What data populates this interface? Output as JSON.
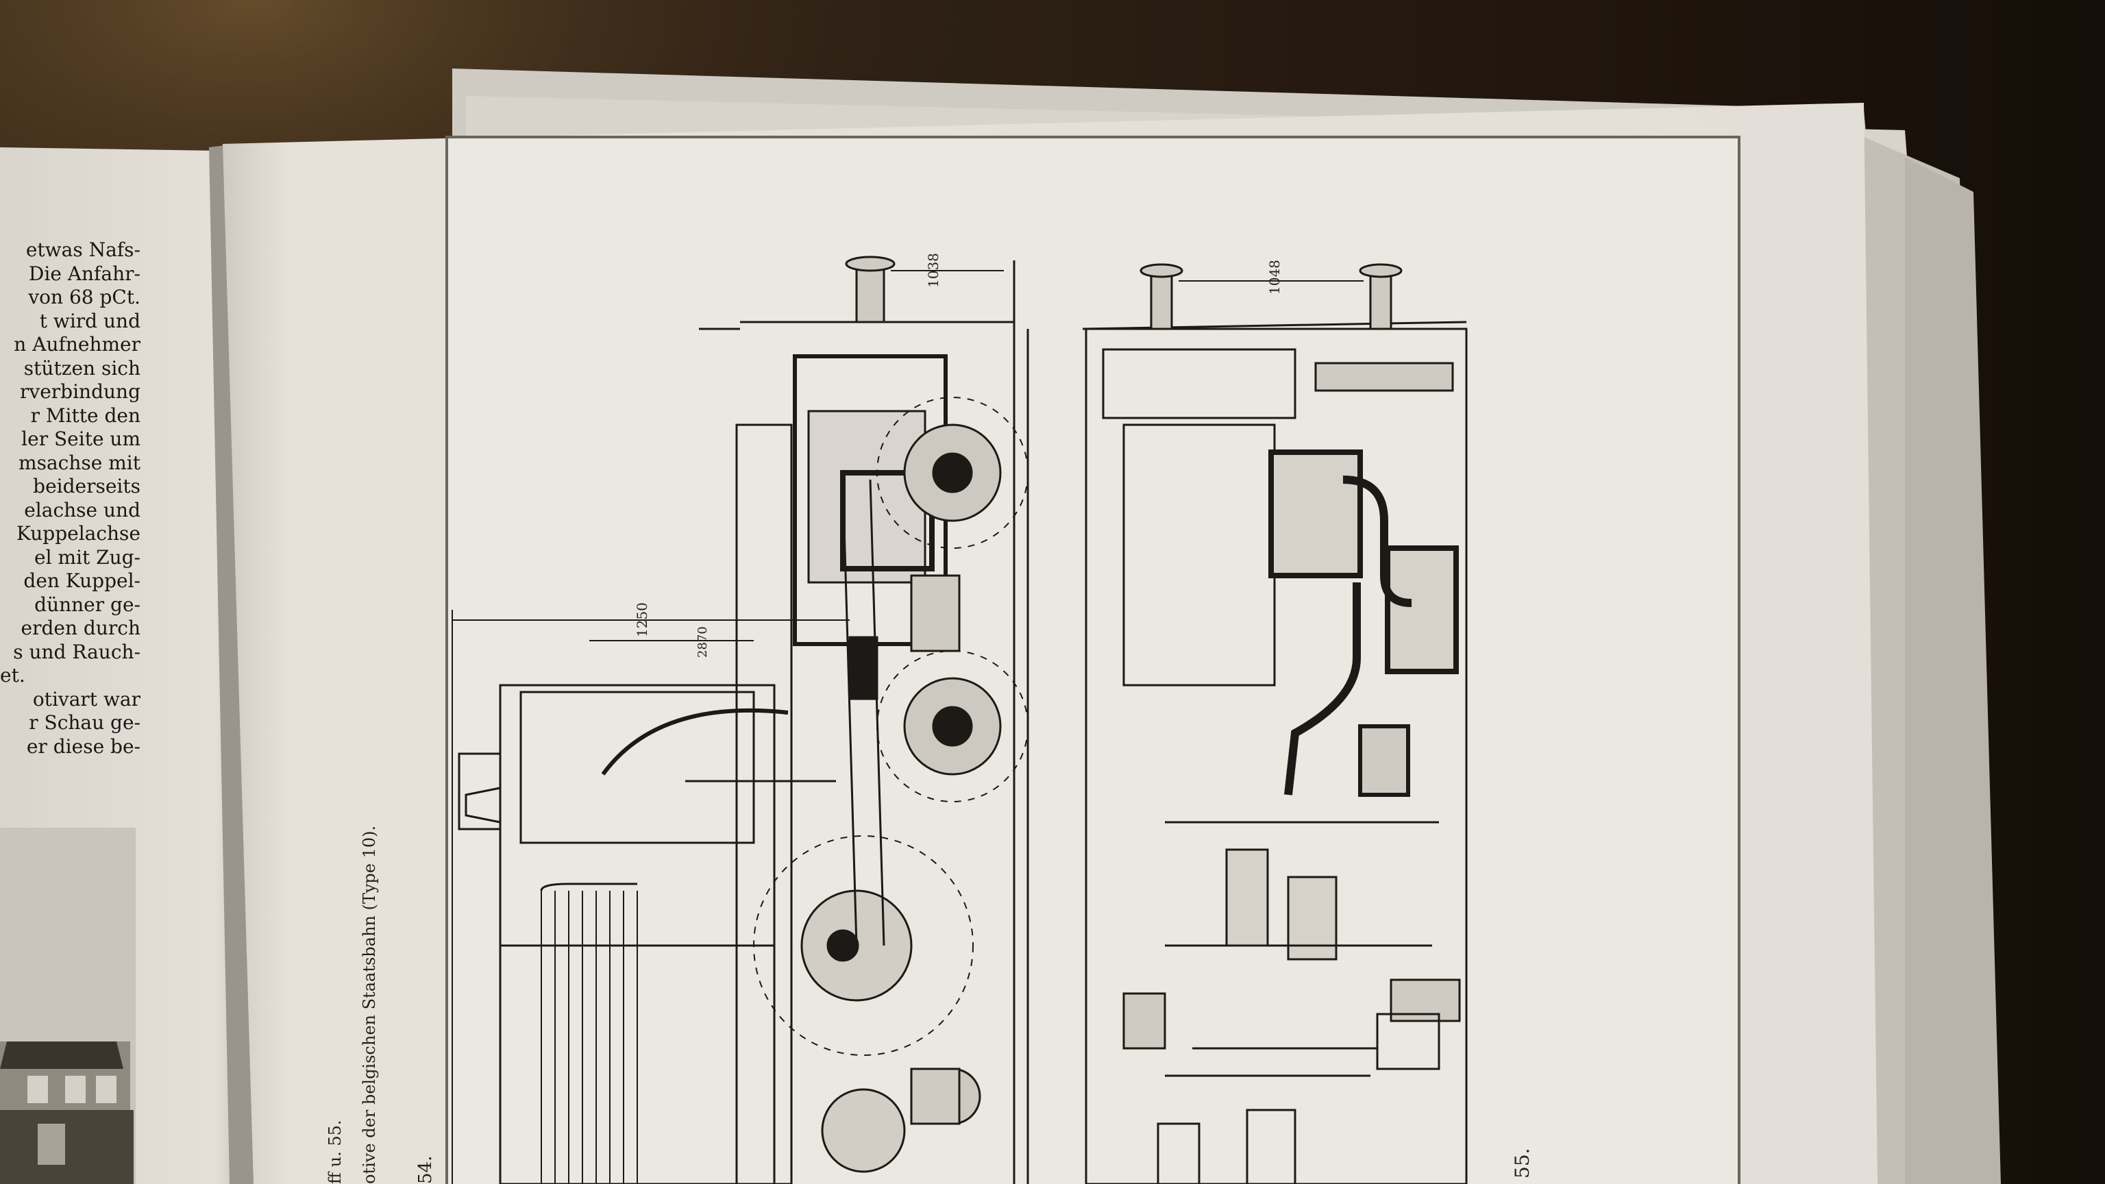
{
  "left_page": {
    "lines": [
      "etwas Nafs-",
      "Die Anfahr-",
      "von 68 pCt.",
      "t wird und",
      "n Aufnehmer",
      "stützen sich",
      "rverbindung",
      "r Mitte den",
      "ler Seite um",
      "msachse mit",
      "beiderseits",
      "elachse und",
      "Kuppelachse",
      "el mit Zug-",
      "den Kuppel-",
      "dünner ge-",
      "erden durch",
      "s und Rauch-",
      "et.",
      "otivart war",
      "r Schau ge-",
      "er diese be-"
    ]
  },
  "right_page": {
    "caption_fig": "ff u. 55.",
    "caption_main": "otive der belgischen Staatsbahn (Type 10).",
    "fig_54_label": "54.",
    "fig_55_label": "55.",
    "dimensions": {
      "top_dim": "1038",
      "top_dim_right": "1048",
      "mid_dim": "1250",
      "mid_dim_small": "2870"
    }
  },
  "colors": {
    "table": "#2a1d12",
    "paper": "#e9e6e0",
    "ink": "#1c1a17"
  }
}
